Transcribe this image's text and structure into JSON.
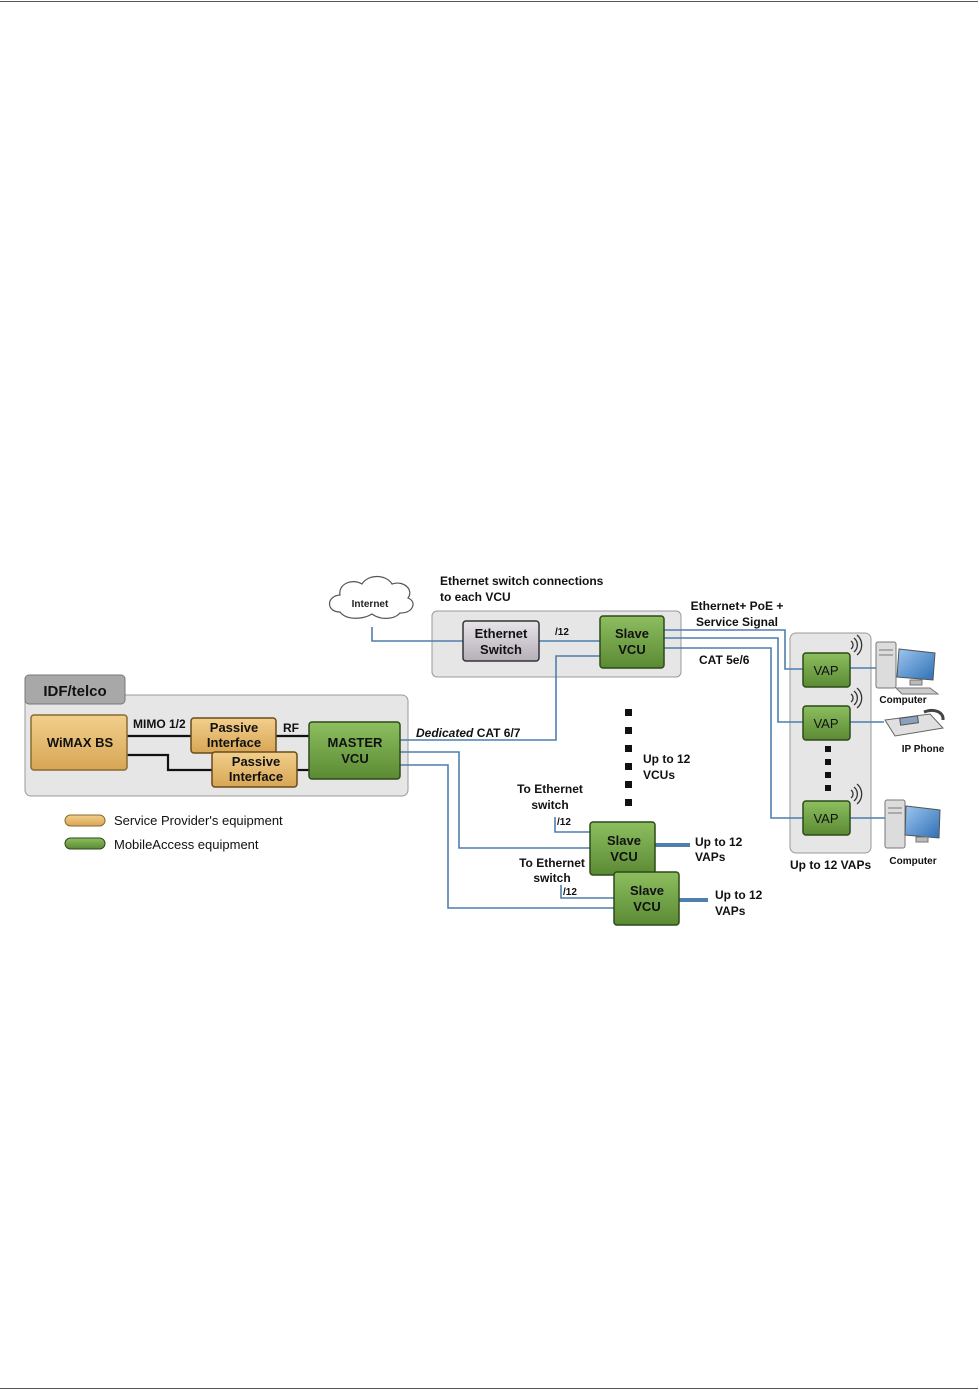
{
  "internet": "Internet",
  "eth_connections": {
    "line1": "Ethernet switch connections",
    "line2": "to each VCU"
  },
  "ethernet_switch": {
    "line1": "Ethernet",
    "line2": "Switch"
  },
  "fraction_12": "/12",
  "slave_top": {
    "line1": "Slave",
    "line2": "VCU"
  },
  "eth_poe": {
    "line1": "Ethernet+ PoE +",
    "line2": "Service Signal"
  },
  "cat5": "CAT 5e/6",
  "idf_title": "IDF/telco",
  "wimax": "WiMAX BS",
  "mimo": "MIMO 1/2",
  "passive1": {
    "line1": "Passive",
    "line2": "Interface"
  },
  "passive2": {
    "line1": "Passive",
    "line2": "Interface"
  },
  "rf": "RF",
  "master": {
    "line1": "MASTER",
    "line2": "VCU"
  },
  "dedicated_cat": {
    "italic": "Dedicated",
    "rest": " CAT 6/7"
  },
  "up_to_12_vcus": {
    "line1": "Up to 12",
    "line2": "VCUs"
  },
  "to_eth_1": {
    "line1": "To Ethernet",
    "line2": "switch"
  },
  "to_eth_2": {
    "line1": "To Ethernet",
    "line2": "switch"
  },
  "slave_mid": {
    "line1": "Slave",
    "line2": "VCU"
  },
  "slave_bot": {
    "line1": "Slave",
    "line2": "VCU"
  },
  "vaps_mid": {
    "line1": "Up to 12",
    "line2": "VAPs"
  },
  "vaps_bot": {
    "line1": "Up to 12",
    "line2": "VAPs"
  },
  "vap_label": "VAP",
  "up_to_12_vaps": "Up to 12 VAPs",
  "computer_top": "Computer",
  "ip_phone": "IP Phone",
  "computer_bot": "Computer",
  "legend": {
    "provider": "Service Provider's equipment",
    "mobileaccess": "MobileAccess equipment"
  },
  "colors": {
    "green": "#6e9e44",
    "tan": "#e7bd73",
    "line_blue": "#4f7fae",
    "panel_gray": "#e4e4e4"
  }
}
